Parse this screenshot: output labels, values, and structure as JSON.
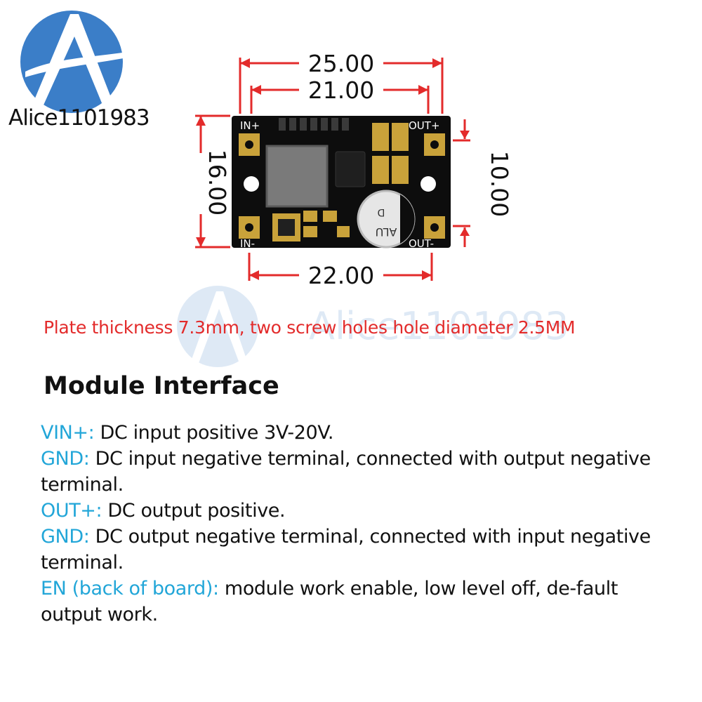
{
  "brand": {
    "logo_text": "Alice1101983",
    "logo_colors": {
      "circle": "#3b7ec8",
      "letter": "#ffffff"
    },
    "watermark_text": "Alice1101983"
  },
  "diagram": {
    "dimensions": {
      "total_width": "25.00",
      "hole_span_top": "21.00",
      "height": "16.00",
      "pad_span_right": "10.00",
      "hole_span_bottom": "22.00"
    },
    "pin_labels": {
      "in_plus": "IN+",
      "in_minus": "IN-",
      "out_plus": "OUT+",
      "out_minus": "OUT-"
    },
    "capacitor_label": "ALU",
    "capacitor_mark": "D",
    "dimension_color": "#e32b2b"
  },
  "note": "Plate thickness 7.3mm, two screw holes hole diameter 2.5MM",
  "section_title": "Module Interface",
  "interface": [
    {
      "key": "VIN+:",
      "text": " DC input positive 3V-20V."
    },
    {
      "key": "GND:",
      "text": " DC input negative terminal, connected with output negative terminal."
    },
    {
      "key": "OUT+:",
      "text": " DC output positive."
    },
    {
      "key": "GND:",
      "text": " DC output negative terminal, connected with input negative terminal."
    },
    {
      "key": "EN (back of board):",
      "text": " module work enable, low level off, de-fault output work."
    }
  ],
  "colors": {
    "key": "#22a6d8",
    "note": "#e32b2b",
    "text": "#111111"
  }
}
